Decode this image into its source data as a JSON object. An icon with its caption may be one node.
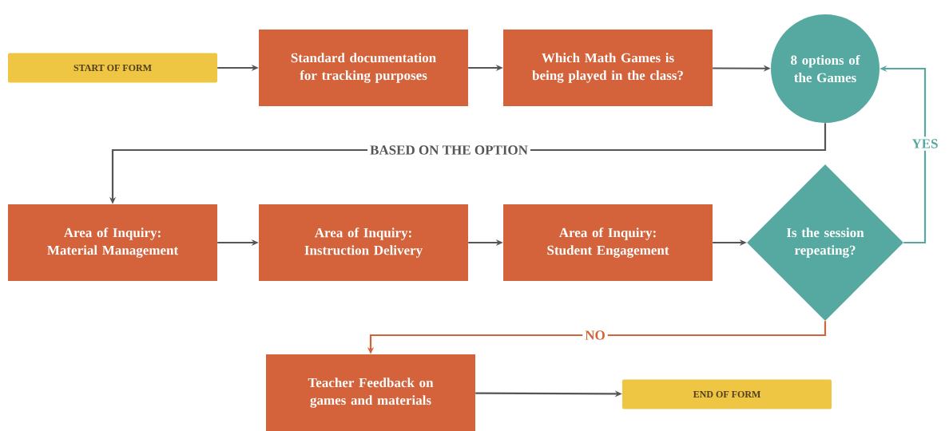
{
  "diagram": {
    "nodes": [
      {
        "text": [
          "START OF FORM"
        ]
      },
      {
        "text": [
          "Standard documentation for tracking purposes"
        ]
      },
      {
        "text": [
          "Which Math Games is being played in the class?"
        ]
      },
      {
        "text": [
          "8 options of the Games"
        ]
      },
      {
        "text": [
          "Area of Inquiry: Material Management"
        ]
      },
      {
        "text": [
          "Area of Inquiry: Instruction Delivery"
        ]
      },
      {
        "text": [
          "Area of Inquiry: Student Engagement"
        ]
      },
      {
        "text": [
          "Is the session repeating?"
        ]
      },
      {
        "text": [
          "Teacher Feedback on games and materials"
        ]
      },
      {
        "text": [
          "END OF FORM"
        ]
      }
    ],
    "edges": [
      {
        "from": 0,
        "to": 1,
        "arrow": "to"
      },
      {
        "from": 1,
        "to": 2,
        "arrow": "to"
      },
      {
        "from": 2,
        "to": 3,
        "arrow": "to"
      },
      {
        "from": 3,
        "to": 4,
        "arrow": "to",
        "label": "BASED ON THE OPTION"
      },
      {
        "from": 4,
        "to": 5,
        "arrow": "to"
      },
      {
        "from": 5,
        "to": 6,
        "arrow": "to"
      },
      {
        "from": 6,
        "to": 7,
        "arrow": "to"
      },
      {
        "from": 7,
        "to": 3,
        "arrow": "to",
        "label": "YES",
        "color": "#56a9a0"
      },
      {
        "from": 7,
        "to": 8,
        "arrow": "to",
        "label": "NO",
        "color": "#d4623a"
      },
      {
        "from": 8,
        "to": 9,
        "arrow": "to"
      }
    ]
  }
}
